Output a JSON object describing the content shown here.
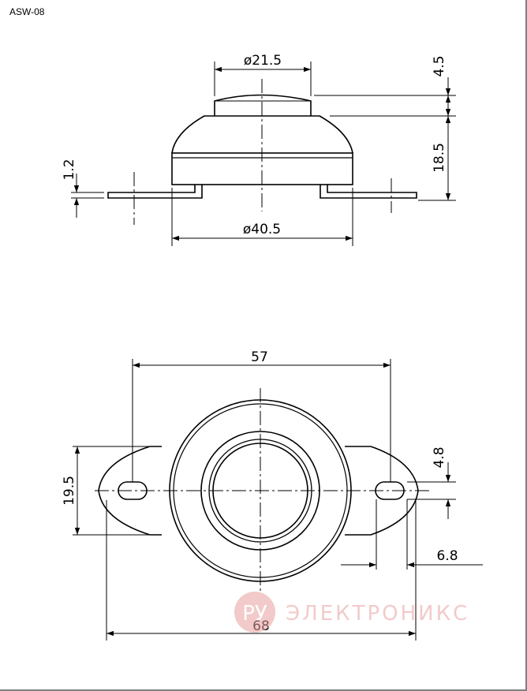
{
  "document": {
    "model": "ASW-08"
  },
  "side_view": {
    "dim_top_diameter": "ø21.5",
    "dim_base_diameter": "ø40.5",
    "dim_cap_height": "4.5",
    "dim_body_height": "18.5",
    "dim_bracket_thickness": "1.2"
  },
  "top_view": {
    "dim_hole_spacing": "57",
    "dim_total_length": "68",
    "dim_flange_height": "19.5",
    "dim_slot_height": "4.8",
    "dim_slot_length": "6.8"
  },
  "watermark": {
    "badge": "РУ",
    "text": "ЭЛЕКТРОНИКС",
    "color": "#e8a0a0"
  }
}
